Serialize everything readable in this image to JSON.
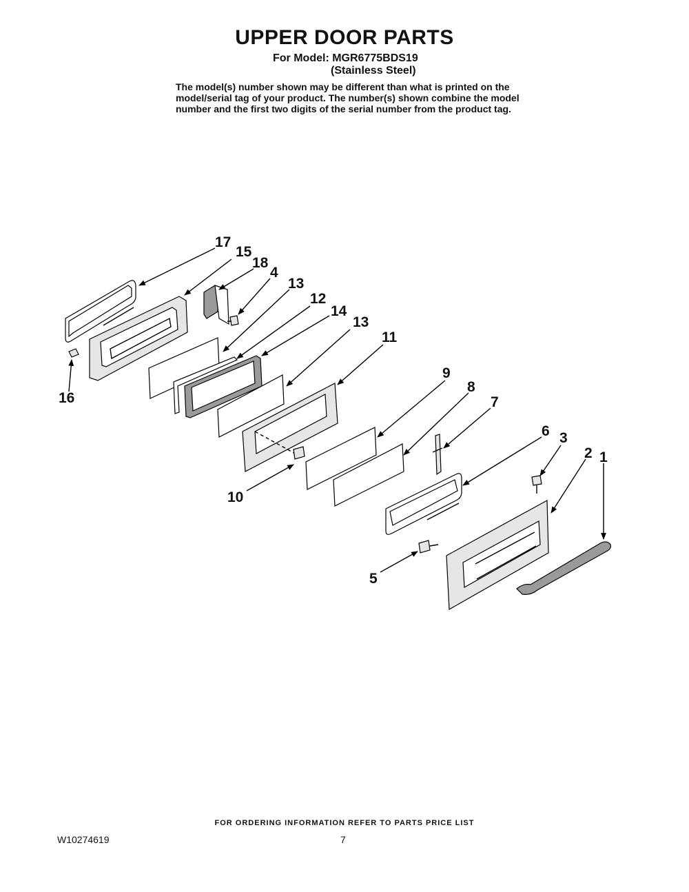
{
  "header": {
    "title": "UPPER DOOR PARTS",
    "model_line": "For Model: MGR6775BDS19",
    "finish_line": "(Stainless Steel)",
    "note": "The model(s) number shown may be different than what is printed on the model/serial tag of your product. The number(s) shown combine the model number and the first two digits of the serial number from the product tag."
  },
  "callouts": [
    "17",
    "15",
    "18",
    "4",
    "13",
    "12",
    "14",
    "13",
    "11",
    "16",
    "9",
    "8",
    "7",
    "6",
    "3",
    "2",
    "1",
    "10",
    "5"
  ],
  "footer": {
    "ordering": "FOR ORDERING INFORMATION REFER TO PARTS PRICE LIST",
    "doc_number": "W10274619",
    "page": "7"
  }
}
